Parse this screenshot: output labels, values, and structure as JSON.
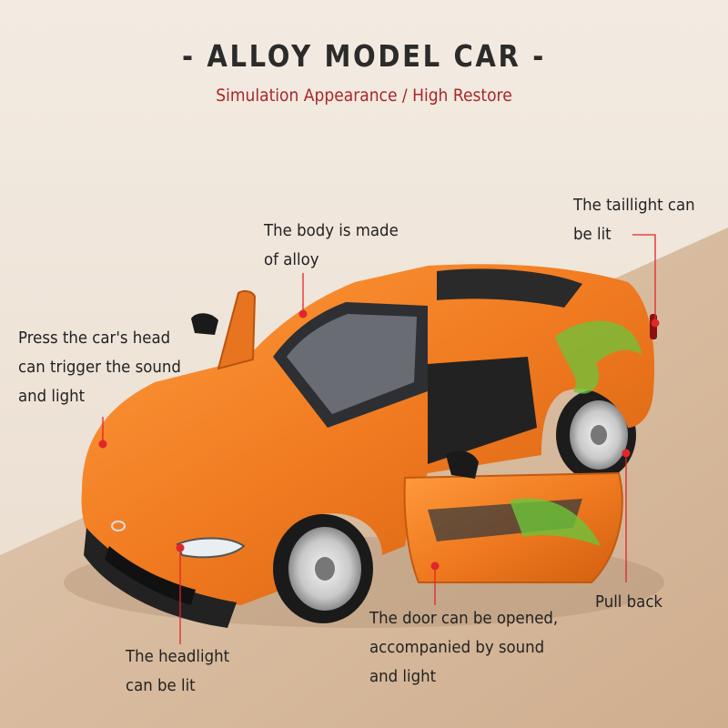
{
  "header": {
    "title": "- ALLOY MODEL CAR -",
    "subtitle": "Simulation Appearance / High Restore"
  },
  "colors": {
    "accent_red": "#e0262a",
    "title": "#2b2b2b",
    "subtitle": "#a8262a",
    "car_body": "#f07a20",
    "car_decal": "#6cc43a"
  },
  "callouts": {
    "body": {
      "lines": [
        "The body is made",
        "of alloy"
      ]
    },
    "taillight": {
      "lines": [
        "The taillight can",
        "be lit"
      ]
    },
    "head": {
      "lines": [
        "Press the car's head",
        "can trigger the sound",
        "and light"
      ]
    },
    "door": {
      "lines": [
        "The door can be opened,",
        "accompanied by sound",
        "and light"
      ]
    },
    "pullback": {
      "lines": [
        "Pull back"
      ]
    },
    "headlight": {
      "lines": [
        "The headlight",
        "can be lit"
      ]
    }
  }
}
